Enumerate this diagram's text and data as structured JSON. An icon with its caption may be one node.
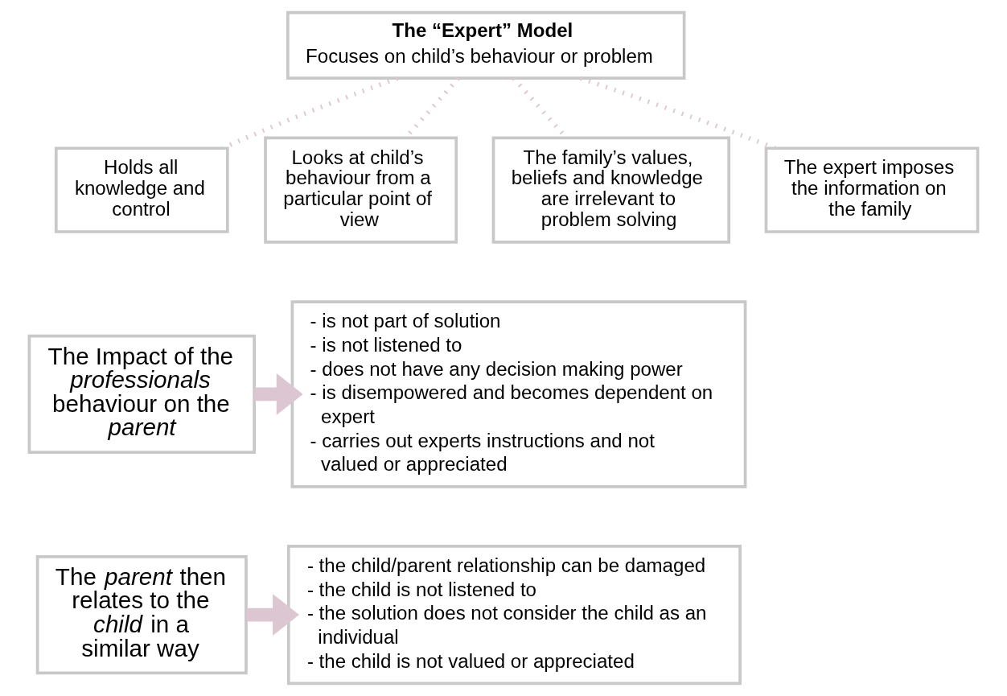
{
  "diagram": {
    "nodes": [
      {
        "text": [
          "The “Expert” Model",
          "Focuses on child’s behaviour or problem"
        ]
      },
      {
        "text": [
          "Holds all knowledge and control"
        ]
      },
      {
        "text": [
          "Looks at child’s behaviour from a particular point of view"
        ]
      },
      {
        "text": [
          "The family’s values, beliefs and knowledge are irrelevant to problem solving"
        ]
      },
      {
        "text": [
          "The expert imposes the information on the family"
        ]
      },
      {
        "text": [
          "The Impact of the *professionals* behaviour on the *parent*"
        ]
      },
      {
        "text": [
          "- is not part of solution",
          "- is not listened to",
          "- does not have any decision making power",
          "- is disempowered and becomes dependent on expert",
          "- carries out experts instructions and not valued or appreciated"
        ]
      },
      {
        "text": [
          "The *parent* then relates to the *child* in a similar way"
        ]
      },
      {
        "text": [
          "- the child/parent relationship can be damaged",
          "- the child is not listened to",
          "- the solution does not consider the child as an individual",
          "- the child is not valued or appreciated"
        ]
      }
    ],
    "edges": [
      {
        "from": 0,
        "to": 1,
        "arrow": "none",
        "style": "dashed"
      },
      {
        "from": 0,
        "to": 2,
        "arrow": "none",
        "style": "dashed"
      },
      {
        "from": 0,
        "to": 3,
        "arrow": "none",
        "style": "dashed"
      },
      {
        "from": 0,
        "to": 4,
        "arrow": "none",
        "style": "dashed"
      },
      {
        "from": 5,
        "to": 6,
        "arrow": "to",
        "style": "thick"
      },
      {
        "from": 7,
        "to": 8,
        "arrow": "to",
        "style": "thick"
      }
    ]
  }
}
